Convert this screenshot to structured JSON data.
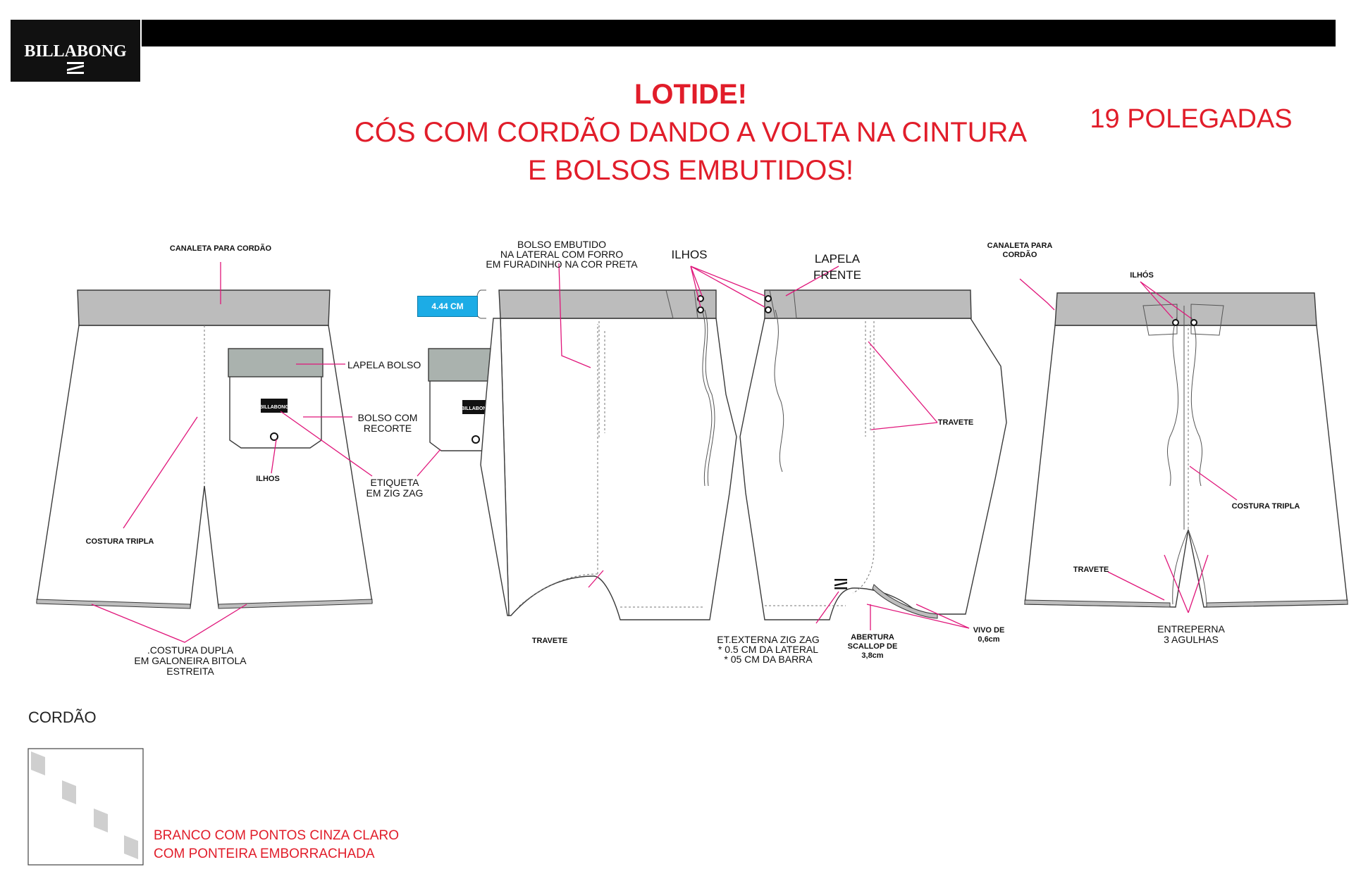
{
  "header": {
    "brand": "BILLABONG",
    "title": "LOTIDE!",
    "subtitle_line1": "CÓS COM CORDÃO DANDO A VOLTA NA CINTURA",
    "subtitle_line2": "E BOLSOS EMBUTIDOS!",
    "length": "19 POLEGADAS"
  },
  "callouts": {
    "canaleta_back": "CANALETA PARA CORDÃO",
    "lapela_bolso": "LAPELA BOLSO",
    "bolso_recorte_1": "BOLSO COM",
    "bolso_recorte_2": "RECORTE",
    "ilhos_pocket": "ILHOS",
    "etiqueta_1": "ETIQUETA",
    "etiqueta_2": "EM ZIG ZAG",
    "costura_tripla_back": "COSTURA TRIPLA",
    "costura_dupla_1": ".COSTURA DUPLA",
    "costura_dupla_2": "EM GALONEIRA BITOLA",
    "costura_dupla_3": "ESTREITA",
    "bolso_embutido_1": "BOLSO EMBUTIDO",
    "bolso_embutido_2": "NA LATERAL COM FORRO",
    "bolso_embutido_3": "EM FURADINHO NA COR PRETA",
    "ilhos_side": "ILHOS",
    "lapela_frente_1": "LAPELA",
    "lapela_frente_2": "FRENTE",
    "measure": "4.44 CM",
    "travete_side_left": "TRAVETE",
    "travete_side_right": "TRAVETE",
    "et_externa_1": "ET.EXTERNA ZIG ZAG",
    "et_externa_2": "* 0.5 CM DA LATERAL",
    "et_externa_3": "* 05 CM DA BARRA",
    "abertura_1": "ABERTURA",
    "abertura_2": "SCALLOP DE",
    "abertura_3": "3,8cm",
    "vivo_1": "VIVO DE",
    "vivo_2": "0,6cm",
    "canaleta_front_1": "CANALETA PARA",
    "canaleta_front_2": "CORDÃO",
    "ilhos_front": "ILHÓS",
    "costura_tripla_front": "COSTURA TRIPLA",
    "travete_front": "TRAVETE",
    "entreperna_1": "ENTREPERNA",
    "entreperna_2": "3 AGULHAS"
  },
  "cord": {
    "label": "CORDÃO",
    "desc_line1": "BRANCO COM PONTOS CINZA CLARO",
    "desc_line2": "COM PONTEIRA EMBORRACHADA"
  },
  "colors": {
    "accent_red": "#e11d2a",
    "callout_pink": "#e0157a",
    "measure_blue": "#1cace6",
    "waistband_gray": "#bcbcbc"
  }
}
